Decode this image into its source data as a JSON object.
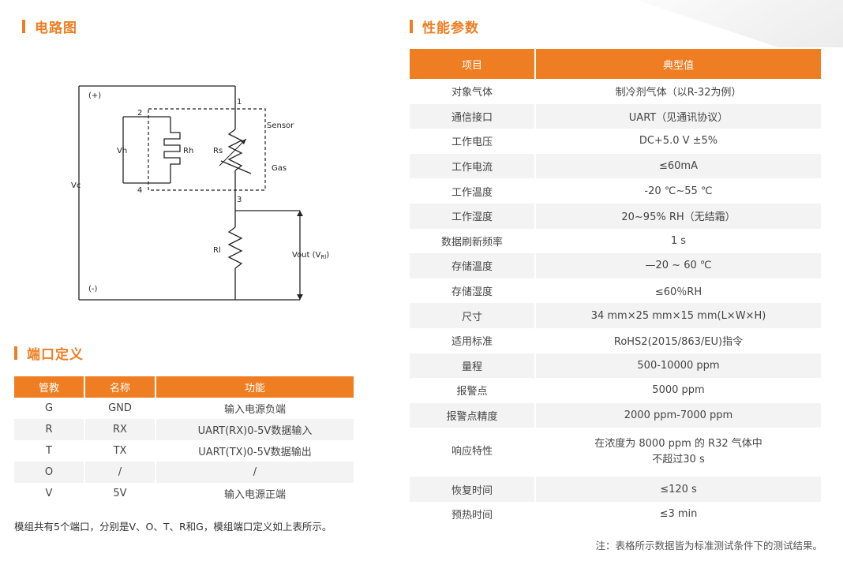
{
  "circuit_section": {
    "title": "电路图",
    "labels": {
      "plus": "(+)",
      "minus": "(-)",
      "vc": "Vc",
      "vh": "Vh",
      "rh": "Rh",
      "rs": "Rs",
      "rl": "Rl",
      "sensor": "Sensor",
      "gas": "Gas",
      "pin1": "1",
      "pin2": "2",
      "pin3": "3",
      "pin4": "4",
      "vout": "Vout (V",
      "vout_sub": "Rl",
      "vout_end": ")"
    }
  },
  "port_section": {
    "title": "端口定义",
    "headers": [
      "管教",
      "名称",
      "功能"
    ],
    "rows": [
      [
        "G",
        "GND",
        "输入电源负端"
      ],
      [
        "R",
        "RX",
        "UART(RX)0-5V数据输入"
      ],
      [
        "T",
        "TX",
        "UART(TX)0-5V数据输出"
      ],
      [
        "O",
        "/",
        "/"
      ],
      [
        "V",
        "5V",
        "输入电源正端"
      ]
    ],
    "note": "模组共有5个端口，分别是V、O、T、R和G，模组端口定义如上表所示。"
  },
  "spec_section": {
    "title": "性能参数",
    "headers": [
      "项目",
      "典型值"
    ],
    "rows": [
      [
        "对象气体",
        "制冷剂气体（以R-32为例）"
      ],
      [
        "通信接口",
        "UART（见通讯协议）"
      ],
      [
        "工作电压",
        "DC+5.0 V ±5%"
      ],
      [
        "工作电流",
        "≤60mA"
      ],
      [
        "工作温度",
        "-20 ℃~55 ℃"
      ],
      [
        "工作湿度",
        "20~95% RH（无结霜）"
      ],
      [
        "数据刷新频率",
        "1 s"
      ],
      [
        "存储温度",
        "—20 ~ 60 ℃"
      ],
      [
        "存储湿度",
        "≤60％RH"
      ],
      [
        "尺寸",
        "34 mm×25 mm×15 mm(L×W×H)"
      ],
      [
        "适用标准",
        "RoHS2(2015/863/EU)指令"
      ],
      [
        "量程",
        "500-10000 ppm"
      ],
      [
        "报警点",
        "5000 ppm"
      ],
      [
        "报警点精度",
        "2000 ppm-7000 ppm"
      ],
      [
        "响应特性",
        "在浓度为 8000 ppm 的 R32 气体中",
        "不超过30 s"
      ],
      [
        "恢复时间",
        "≤120 s"
      ],
      [
        "预热时间",
        "≤3 min"
      ]
    ],
    "note": "注：表格所示数据皆为标准测试条件下的测试结果。"
  },
  "colors": {
    "accent": "#ef7d22",
    "stripe": "#f3f3f3"
  }
}
